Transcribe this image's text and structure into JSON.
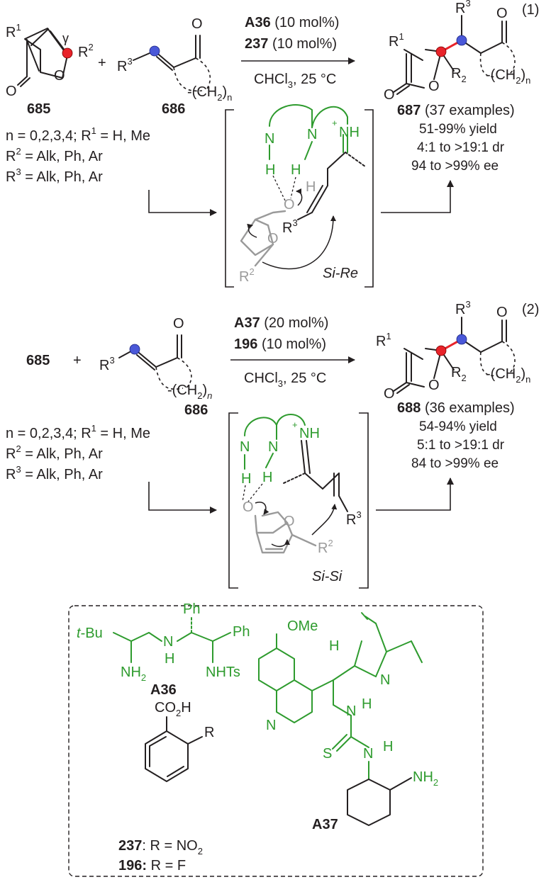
{
  "reaction1": {
    "number": "(1)",
    "substrate1": {
      "id": "685",
      "r1": "R",
      "r1_sup": "1",
      "r2": "R",
      "r2_sup": "2",
      "gamma": "γ",
      "o_ring": "O",
      "o_carbonyl": "O"
    },
    "plus": "+",
    "substrate2": {
      "id": "686",
      "r3": "R",
      "r3_sup": "3",
      "o": "O",
      "chain": "-(CH",
      "chain_sub": "2",
      "chain_end": ")",
      "chain_n": "n"
    },
    "catalyst": {
      "name": "A36",
      "loading": "(10 mol%)"
    },
    "additive": {
      "name": "237",
      "loading": "(10 mol%)"
    },
    "conditions": {
      "solvent": "CHCl",
      "solvent_sub": "3",
      "temp": ", 25 °C"
    },
    "conditions_list": [
      {
        "text": "n = 0,2,3,4; R",
        "sup": "1",
        "tail": " = H, Me"
      },
      {
        "text": "R",
        "sup": "2",
        "tail": " = Alk, Ph, Ar"
      },
      {
        "text": "R",
        "sup": "3",
        "tail": " = Alk, Ph, Ar"
      }
    ],
    "product": {
      "id": "687",
      "examples": "(37 examples)",
      "yield": "51-99% yield",
      "dr": "4:1 to >19:1 dr",
      "ee": "94 to >99% ee",
      "r1": "R",
      "r1_sup": "1",
      "r3": "R",
      "r3_sup": "3",
      "r2": "R",
      "r2_sub": "2",
      "o": "O",
      "chain": "-(CH",
      "chain_sub": "2",
      "chain_end": ")",
      "chain_n": "n"
    },
    "ts": {
      "label": "Si-Re",
      "n1": "N",
      "n2": "N",
      "h1": "H",
      "h2": "H",
      "h3": "H",
      "nh": "NH",
      "plus": "+",
      "o1": "O",
      "o2": "O",
      "r3": "R",
      "r3_sup": "3",
      "r2": "R",
      "r2_sup": "2"
    }
  },
  "reaction2": {
    "number": "(2)",
    "substrate1": {
      "id": "685"
    },
    "plus": "+",
    "substrate2": {
      "id": "686",
      "r3": "R",
      "r3_sup": "3",
      "o": "O",
      "chain": "-(CH",
      "chain_sub": "2",
      "chain_end": ")",
      "chain_n": "n"
    },
    "catalyst": {
      "name": "A37",
      "loading": "(20 mol%)"
    },
    "additive": {
      "name": "196",
      "loading": "(10 mol%)"
    },
    "conditions": {
      "solvent": "CHCl",
      "solvent_sub": "3",
      "temp": ", 25 °C"
    },
    "conditions_list": [
      {
        "text": "n = 0,2,3,4; R",
        "sup": "1",
        "tail": " = H, Me"
      },
      {
        "text": "R",
        "sup": "2",
        "tail": " = Alk, Ph, Ar"
      },
      {
        "text": "R",
        "sup": "3",
        "tail": " = Alk, Ph, Ar"
      }
    ],
    "product": {
      "id": "688",
      "examples": "(36 examples)",
      "yield": "54-94% yield",
      "dr": "5:1 to >19:1 dr",
      "ee": "84 to >99% ee",
      "r1": "R",
      "r1_sup": "1",
      "r3": "R",
      "r3_sup": "3",
      "r2": "R",
      "r2_sub": "2",
      "o": "O",
      "chain": "-(CH",
      "chain_sub": "2",
      "chain_end": ")",
      "chain_n": "n"
    },
    "ts": {
      "label": "Si-Si",
      "n1": "N",
      "n2": "N",
      "h1": "H",
      "h2": "H",
      "nh": "NH",
      "plus": "+",
      "o1": "O",
      "o2": "O",
      "r3": "R",
      "r3_sup": "3",
      "r2": "R",
      "r2_sup": "2"
    }
  },
  "catalysts_box": {
    "a36": {
      "label": "A36",
      "tbu": "t",
      "tbu_rest": "-Bu",
      "nh2": "NH",
      "nh2_sub": "2",
      "nh": "N",
      "h": "H",
      "ph1": "Ph",
      "ph2": "Ph",
      "nhts": "NHTs"
    },
    "acid": {
      "co2h": "CO",
      "co2h_sub": "2",
      "co2h_end": "H",
      "r": "R",
      "line1_id": "237",
      "line1_text": ": R = NO",
      "line1_sub": "2",
      "line2_id": "196:",
      "line2_text": " R = F"
    },
    "a37": {
      "label": "A37",
      "ome": "OMe",
      "h1": "H",
      "n_quin": "N",
      "n_bridge": "N",
      "nh": "N",
      "h2": "H",
      "h3": "H",
      "s": "S",
      "n2": "N",
      "nh2": "NH",
      "nh2_sub": "2"
    }
  }
}
